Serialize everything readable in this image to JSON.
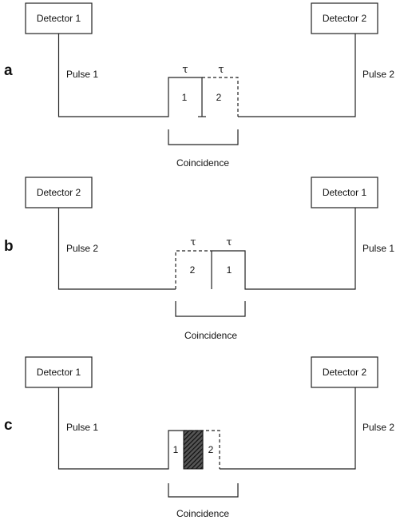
{
  "panels": [
    {
      "letter": "a",
      "left_detector": "Detector 1",
      "right_detector": "Detector 2",
      "left_pulse": "Pulse 1",
      "right_pulse": "Pulse 2",
      "tau_left": "τ",
      "tau_right": "τ",
      "num_left": "1",
      "num_right": "2",
      "coincidence": "Coincidence"
    },
    {
      "letter": "b",
      "left_detector": "Detector 2",
      "right_detector": "Detector 1",
      "left_pulse": "Pulse 2",
      "right_pulse": "Pulse 1",
      "tau_left": "τ",
      "tau_right": "τ",
      "num_left": "2",
      "num_right": "1",
      "coincidence": "Coincidence"
    },
    {
      "letter": "c",
      "left_detector": "Detector 1",
      "right_detector": "Detector 2",
      "left_pulse": "Pulse 1",
      "right_pulse": "Pulse 2",
      "num_left": "1",
      "num_right": "2",
      "coincidence": "Coincidence"
    }
  ]
}
